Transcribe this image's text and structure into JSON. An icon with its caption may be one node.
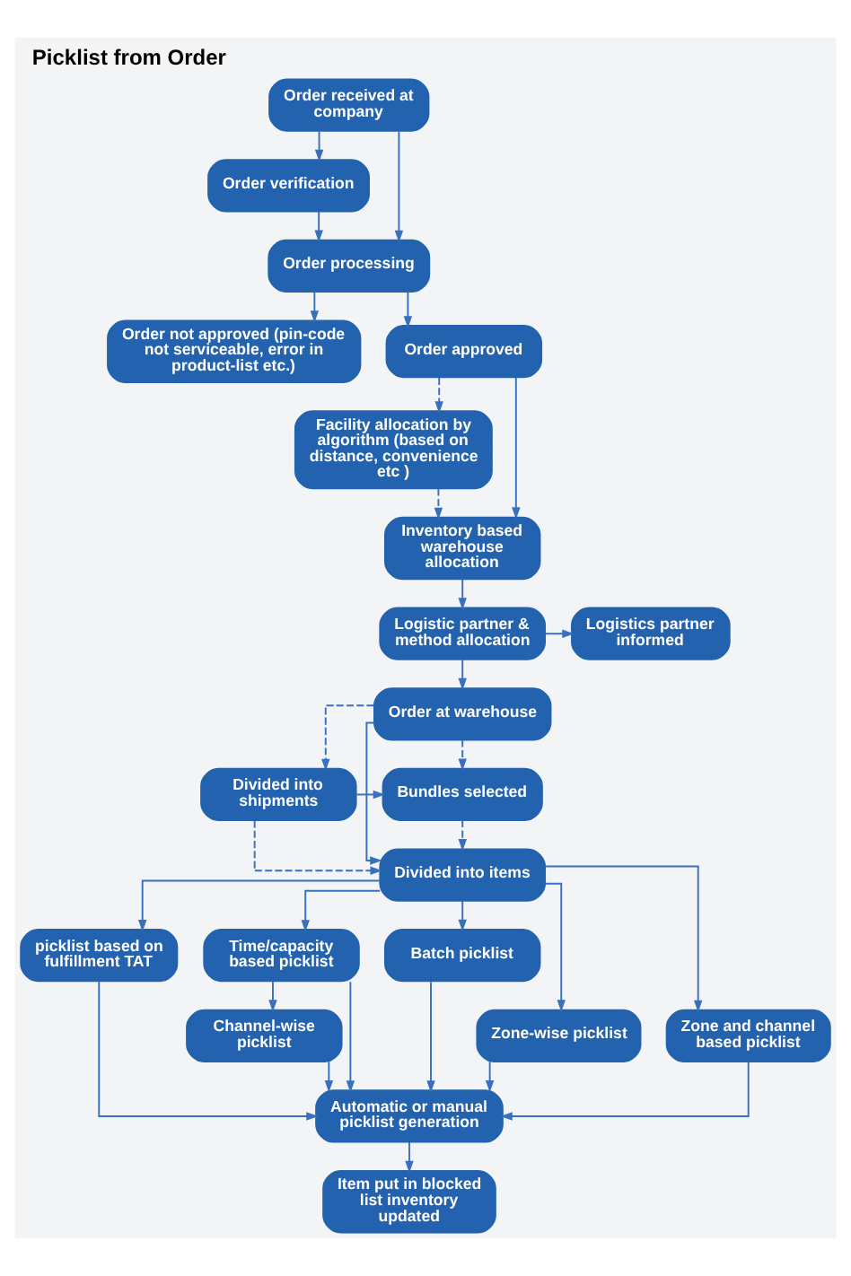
{
  "diagram": {
    "title": "Picklist from Order",
    "nodes": [
      {
        "text": [
          "Order received at company"
        ]
      },
      {
        "text": [
          "Order verification"
        ]
      },
      {
        "text": [
          "Order not approved (pin-code not serviceable, error in product-list etc.)"
        ]
      },
      {
        "text": [
          "Order processing"
        ]
      },
      {
        "text": [
          "Order approved"
        ]
      },
      {
        "text": [
          "Facility allocation by algorithm (based on distance, convenience etc )"
        ]
      },
      {
        "text": [
          "Inventory based warehouse allocation"
        ]
      },
      {
        "text": [
          "Logistic partner & method allocation"
        ]
      },
      {
        "text": [
          "Logistics partner informed"
        ]
      },
      {
        "text": [
          "Order at warehouse"
        ]
      },
      {
        "text": [
          "Bundles selected"
        ]
      },
      {
        "text": [
          "Divided into shipments"
        ]
      },
      {
        "text": [
          "Divided into items"
        ]
      },
      {
        "text": [
          "picklist based on fulfillment TAT"
        ]
      },
      {
        "text": [
          "Time/capacity based picklist"
        ]
      },
      {
        "text": [
          "Batch picklist"
        ]
      },
      {
        "text": [
          "Zone-wise picklist"
        ]
      },
      {
        "text": [
          "Channel-wise picklist"
        ]
      },
      {
        "text": [
          "Zone and channel based picklist"
        ]
      },
      {
        "text": [
          "Automatic or manual picklist generation"
        ]
      },
      {
        "text": [
          "Item put in blocked list inventory updated"
        ]
      }
    ],
    "edges": [
      {
        "from": 0,
        "to": 1,
        "arrow": "to"
      },
      {
        "from": 0,
        "to": 3,
        "arrow": "to"
      },
      {
        "from": 1,
        "to": 3,
        "arrow": "to"
      },
      {
        "from": 3,
        "to": 2,
        "arrow": "to"
      },
      {
        "from": 3,
        "to": 4,
        "arrow": "to"
      },
      {
        "from": 4,
        "to": 5,
        "arrow": "to",
        "style": "dashed"
      },
      {
        "from": 4,
        "to": 6,
        "arrow": "to"
      },
      {
        "from": 5,
        "to": 6,
        "arrow": "to",
        "style": "dashed"
      },
      {
        "from": 6,
        "to": 7,
        "arrow": "to"
      },
      {
        "from": 7,
        "to": 8,
        "arrow": "to"
      },
      {
        "from": 7,
        "to": 9,
        "arrow": "to"
      },
      {
        "from": 9,
        "to": 10,
        "arrow": "to",
        "style": "dashed"
      },
      {
        "from": 9,
        "to": 11,
        "arrow": "to",
        "style": "dashed"
      },
      {
        "from": 11,
        "to": 10,
        "arrow": "to"
      },
      {
        "from": 11,
        "to": 12,
        "arrow": "to",
        "style": "dashed"
      },
      {
        "from": 9,
        "to": 12,
        "arrow": "to"
      },
      {
        "from": 10,
        "to": 12,
        "arrow": "to",
        "style": "dashed"
      },
      {
        "from": 12,
        "to": 16,
        "arrow": "to"
      },
      {
        "from": 12,
        "to": 13,
        "arrow": "to"
      },
      {
        "from": 12,
        "to": 14,
        "arrow": "to"
      },
      {
        "from": 12,
        "to": 18,
        "arrow": "to"
      },
      {
        "from": 12,
        "to": 15,
        "arrow": "to"
      },
      {
        "from": 14,
        "to": 17,
        "arrow": "to"
      },
      {
        "from": 16,
        "to": 19,
        "arrow": "to"
      },
      {
        "from": 13,
        "to": 19,
        "arrow": "to"
      },
      {
        "from": 17,
        "to": 19,
        "arrow": "to"
      },
      {
        "from": 14,
        "to": 19,
        "arrow": "to"
      },
      {
        "from": 18,
        "to": 19,
        "arrow": "to"
      },
      {
        "from": 15,
        "to": 19,
        "arrow": "to"
      },
      {
        "from": 19,
        "to": 20,
        "arrow": "to"
      }
    ]
  }
}
